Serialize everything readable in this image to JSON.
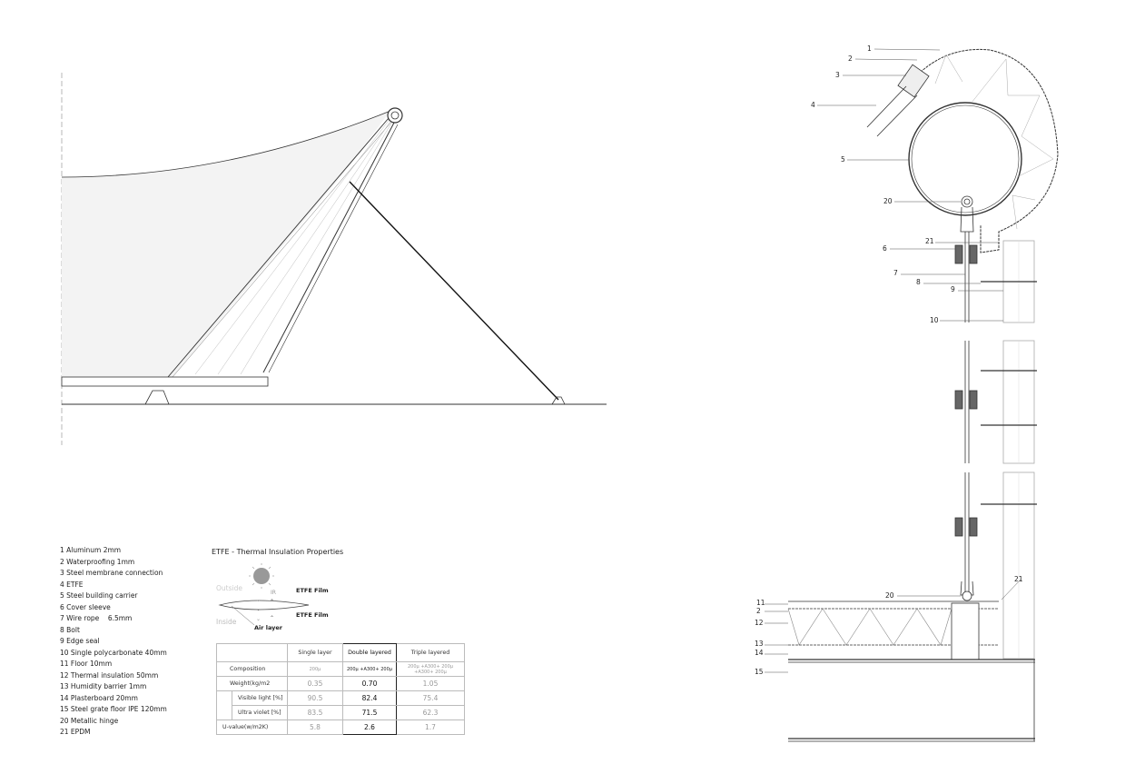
{
  "legend": [
    "1 Aluminum 2mm",
    "2 Waterproofing 1mm",
    "3 Steel membrane connection",
    "4 ETFE",
    "5 Steel building carrier",
    "6 Cover sleeve",
    "7 Wire rope    6.5mm",
    "8 Bolt",
    "9 Edge seal",
    "10 Single polycarbonate 40mm",
    "11 Floor 10mm",
    "12 Thermal insulation 50mm",
    "13 Humidity barrier 1mm",
    "14 Plasterboard 20mm",
    "15 Steel grate floor IPE 120mm",
    "20 Metallic hinge",
    "21 EPDM"
  ],
  "etfe_diagram": {
    "title": "ETFE - Thermal Insulation Properties",
    "outside": "Outside",
    "inside": "Inside",
    "ir": "IR",
    "film_top": "ETFE Film",
    "film_bottom": "ETFE Film",
    "air_layer": "Air layer"
  },
  "table": {
    "headers": [
      "",
      "Single layer",
      "Double layered",
      "Triple layered"
    ],
    "rows": [
      {
        "label": "Composition",
        "values": [
          "200µ",
          "200µ +A300+ 200µ",
          "200µ +A300+ 200µ +A300+ 200µ"
        ]
      },
      {
        "label": "Weight(kg/m2",
        "values": [
          "0.35",
          "0.70",
          "1.05"
        ]
      },
      {
        "label": "Visible light [%]",
        "values": [
          "90.5",
          "82.4",
          "75.4"
        ]
      },
      {
        "label": "Ultra violet [%]",
        "values": [
          "83.5",
          "71.5",
          "62.3"
        ]
      },
      {
        "label": "U-value(w/m2K)",
        "values": [
          "5.8",
          "2.6",
          "1.7"
        ]
      }
    ]
  },
  "callouts_top": [
    "1",
    "2",
    "3",
    "4",
    "5",
    "20",
    "21",
    "6",
    "7",
    "8",
    "9",
    "10"
  ],
  "callouts_bottom": [
    "20",
    "21",
    "11",
    "2",
    "12",
    "13",
    "14",
    "15"
  ]
}
